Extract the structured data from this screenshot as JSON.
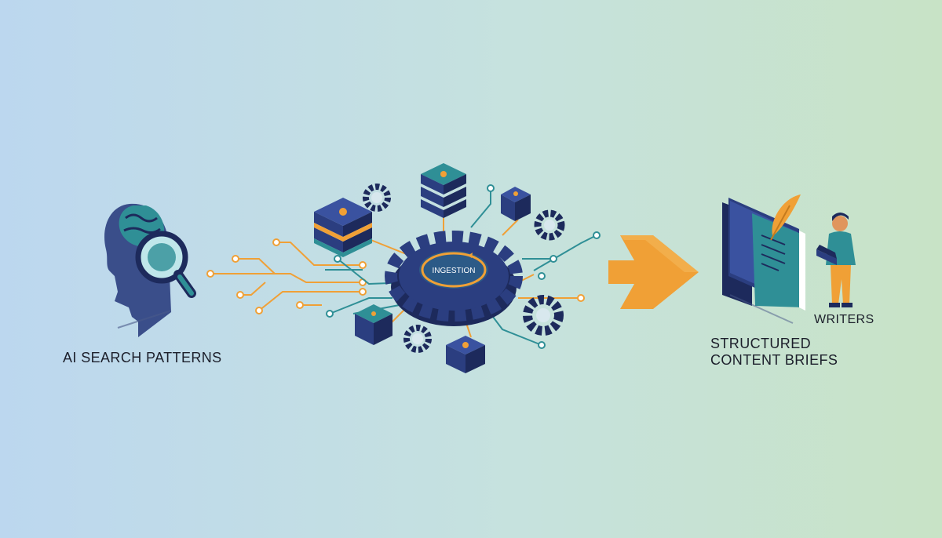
{
  "labels": {
    "ai_search": "AI SEARCH PATTERNS",
    "hub": "INGESTION",
    "structured_line1": "STRUCTURED",
    "structured_line2": "CONTENT BRIEFS",
    "writers": "WRITERS"
  },
  "colors": {
    "bg_left": "#bcd7ef",
    "bg_right": "#c8e3c6",
    "navy": "#2b3e80",
    "navy_dark": "#1d2a5c",
    "teal": "#2f8f96",
    "orange": "#f0a036",
    "text": "#1c1f2b"
  },
  "icons": {
    "left": "head-magnifier-icon",
    "center": "gear-network-icon",
    "arrow": "arrow-right-icon",
    "right_book": "book-quill-icon",
    "right_person": "person-laptop-icon"
  }
}
